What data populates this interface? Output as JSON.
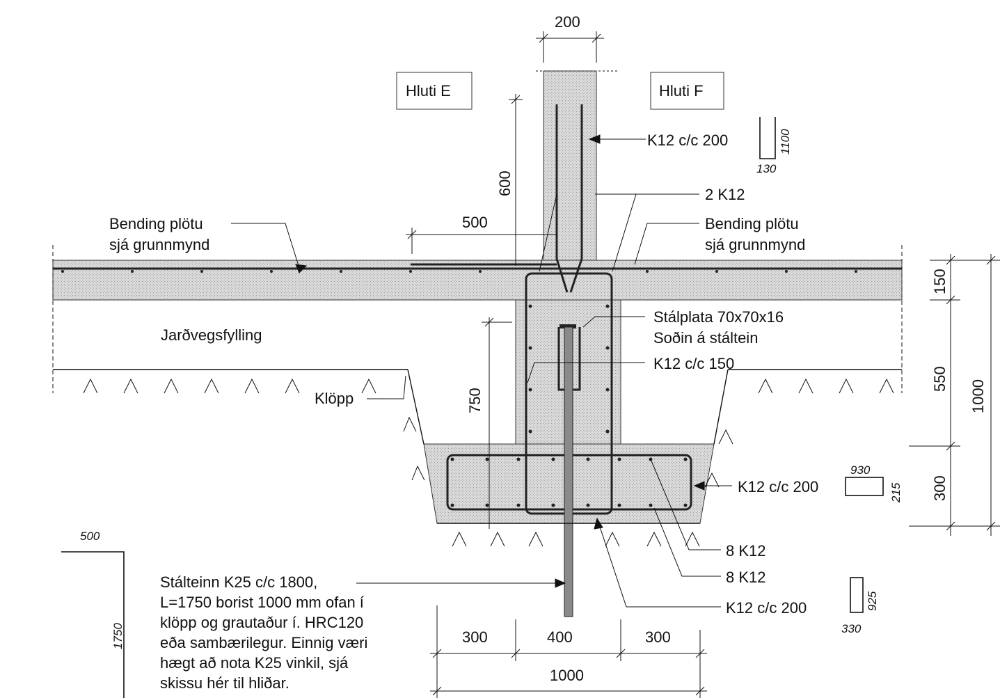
{
  "labels": {
    "hluti_e": "Hluti E",
    "hluti_f": "Hluti F",
    "bending_left_1": "Bending plötu",
    "bending_left_2": "sjá grunnmynd",
    "bending_right_1": "Bending plötu",
    "bending_right_2": "sjá grunnmynd",
    "k12_c200_top": "K12 c/c 200",
    "two_k12": "2 K12",
    "stalplata_1": "Stálplata 70x70x16",
    "stalplata_2": "Soðin á stáltein",
    "k12_c150": "K12 c/c 150",
    "jardvegsfylling": "Jarðvegsfylling",
    "klopp": "Klöpp",
    "k12_c200_footing": "K12 c/c 200",
    "eight_k12_a": "8 K12",
    "eight_k12_b": "8 K12",
    "k12_c200_bottom": "K12 c/c 200",
    "note_lines": [
      "Stálteinn K25 c/c 1800,",
      "L=1750 borist 1000 mm ofan í",
      "klöpp og grautaður í. HRC120",
      "eða sambærilegur. Einnig væri",
      "hægt að nota K25 vinkil, sjá",
      "skissu hér til hliðar."
    ]
  },
  "dimensions": {
    "wall_width": "200",
    "upper_600": "600",
    "span_500": "500",
    "lower_750": "750",
    "right_150": "150",
    "right_550": "550",
    "right_300": "300",
    "right_total": "1000",
    "bottom_300_left": "300",
    "bottom_400": "400",
    "bottom_300_right": "300",
    "bottom_total": "1000"
  },
  "bar_shapes": {
    "top_stirrup_len": "1100",
    "top_stirrup_width": "130",
    "footing_stirrup_len": "930",
    "footing_stirrup_h": "215",
    "bottom_stirrup_len": "925",
    "bottom_stirrup_w": "330",
    "sketch_500": "500",
    "sketch_1750": "1750"
  }
}
